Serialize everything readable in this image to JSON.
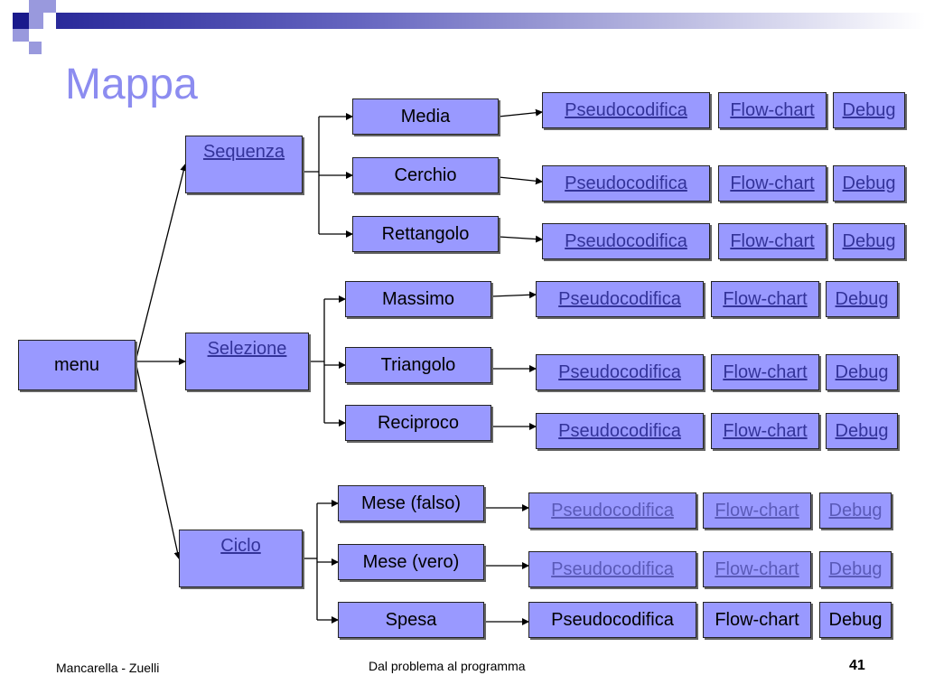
{
  "title": "Mappa",
  "root": "menu",
  "categories": [
    {
      "label": "Sequenza",
      "items": [
        {
          "label": "Media",
          "links": [
            "Pseudocodifica",
            "Flow-chart",
            "Debug"
          ]
        },
        {
          "label": "Cerchio",
          "links": [
            "Pseudocodifica",
            "Flow-chart",
            "Debug"
          ]
        },
        {
          "label": "Rettangolo",
          "links": [
            "Pseudocodifica",
            "Flow-chart",
            "Debug"
          ]
        }
      ]
    },
    {
      "label": "Selezione",
      "items": [
        {
          "label": "Massimo",
          "links": [
            "Pseudocodifica",
            "Flow-chart",
            "Debug"
          ]
        },
        {
          "label": "Triangolo",
          "links": [
            "Pseudocodifica",
            "Flow-chart",
            "Debug"
          ]
        },
        {
          "label": "Reciproco",
          "links": [
            "Pseudocodifica",
            "Flow-chart",
            "Debug"
          ]
        }
      ]
    },
    {
      "label": "Ciclo",
      "items": [
        {
          "label": "Mese (falso)",
          "links": [
            "Pseudocodifica",
            "Flow-chart",
            "Debug"
          ]
        },
        {
          "label": "Mese (vero)",
          "links": [
            "Pseudocodifica",
            "Flow-chart",
            "Debug"
          ]
        },
        {
          "label": "Spesa",
          "links": [
            "Pseudocodifica",
            "Flow-chart",
            "Debug"
          ]
        }
      ]
    }
  ],
  "footer": {
    "left": "Mancarella - Zuelli",
    "center": "Dal problema al programma",
    "page": "41"
  }
}
